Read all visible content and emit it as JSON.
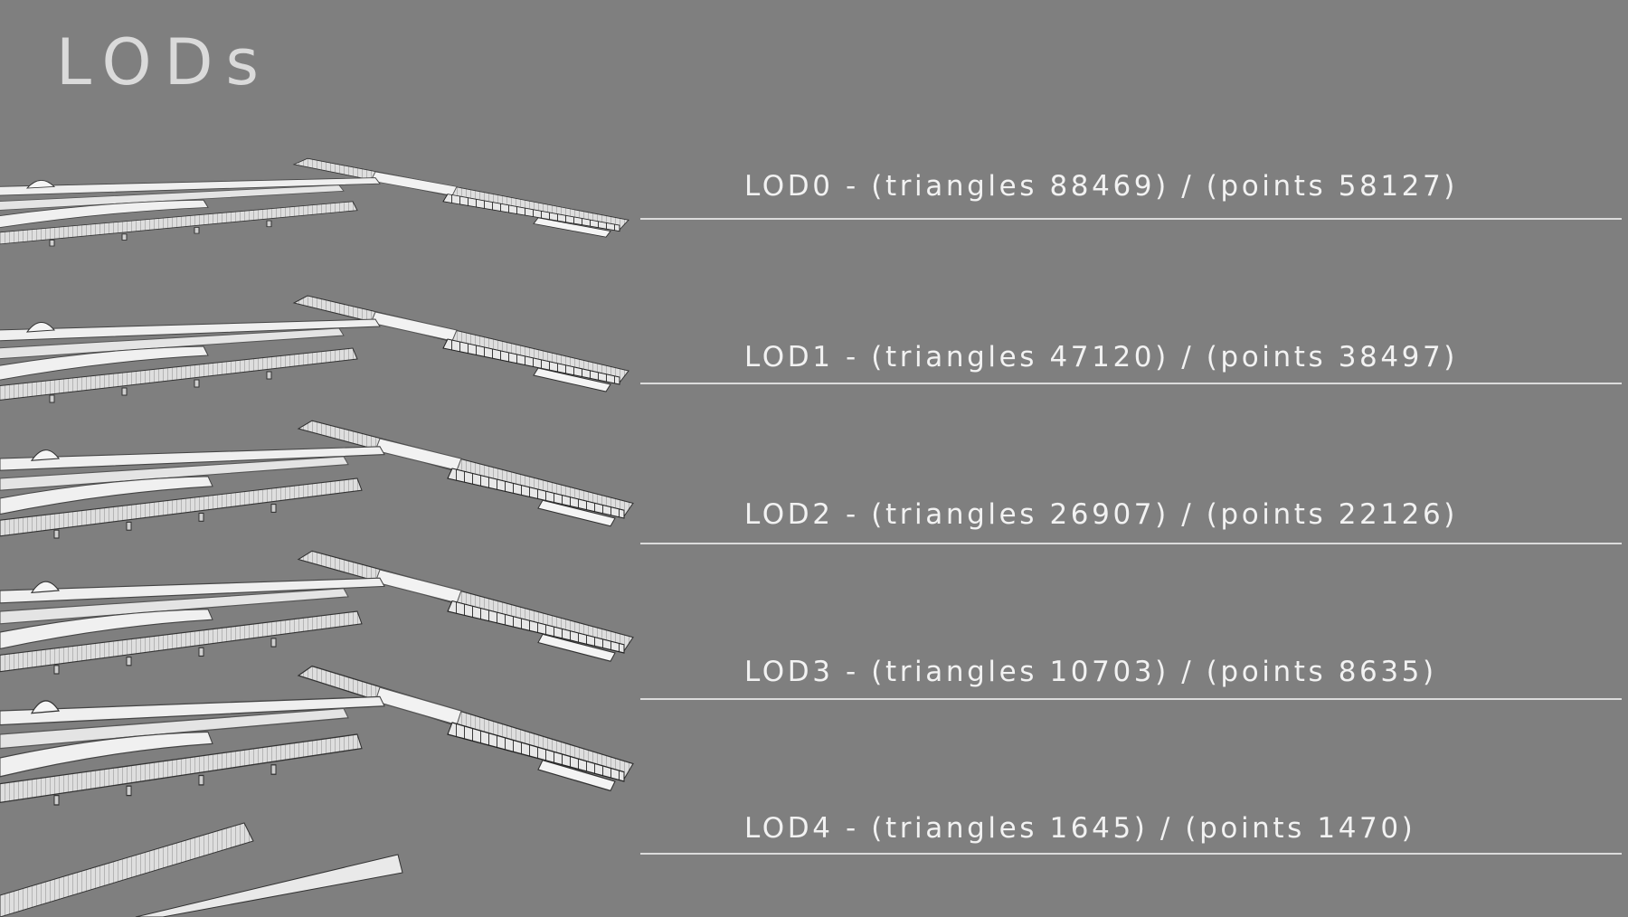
{
  "page": {
    "title": "LODs",
    "background_color": "#7f7f7f",
    "text_color": "#f2f2f2",
    "line_color": "#dcdcdc"
  },
  "render_image": {
    "description_icon": "building-model-render-icon"
  },
  "lods": [
    {
      "label": "LOD0 - (triangles 88469) / (points 58127)"
    },
    {
      "label": "LOD1 - (triangles 47120) / (points 38497)"
    },
    {
      "label": "LOD2 - (triangles 26907) / (points 22126)"
    },
    {
      "label": "LOD3 - (triangles 10703) / (points 8635)"
    },
    {
      "label": "LOD4 - (triangles 1645) / (points 1470)"
    }
  ]
}
